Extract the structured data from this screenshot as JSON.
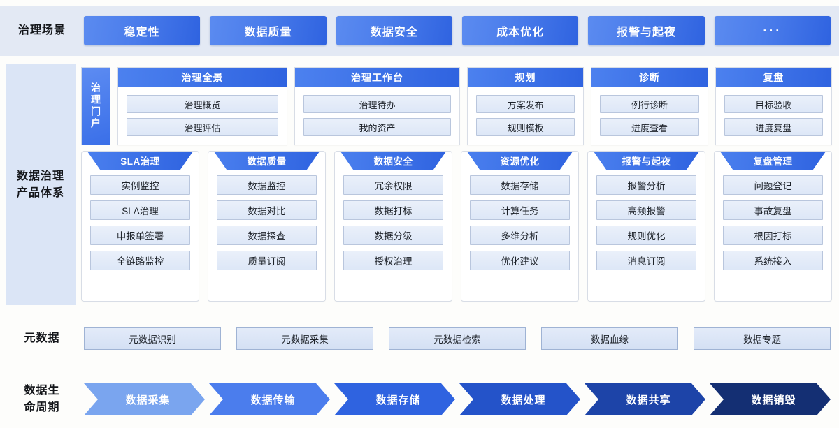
{
  "scenarios": {
    "label": "治理场景",
    "items": [
      {
        "label": "稳定性"
      },
      {
        "label": "数据质量"
      },
      {
        "label": "数据安全"
      },
      {
        "label": "成本优化"
      },
      {
        "label": "报警与起夜"
      },
      {
        "label": "···"
      }
    ]
  },
  "product_system": {
    "label_line1": "数据治理",
    "label_line2": "产品体系",
    "portal": "治理门户",
    "top_panels": [
      {
        "title": "治理全景",
        "items": [
          "治理概览",
          "治理评估"
        ]
      },
      {
        "title": "治理工作台",
        "items": [
          "治理待办",
          "我的资产"
        ]
      },
      {
        "title": "规划",
        "items": [
          "方案发布",
          "规则模板"
        ]
      },
      {
        "title": "诊断",
        "items": [
          "例行诊断",
          "进度查看"
        ]
      },
      {
        "title": "复盘",
        "items": [
          "目标验收",
          "进度复盘"
        ]
      }
    ],
    "cards": [
      {
        "title": "SLA治理",
        "items": [
          "实例监控",
          "SLA治理",
          "申报单签署",
          "全链路监控"
        ]
      },
      {
        "title": "数据质量",
        "items": [
          "数据监控",
          "数据对比",
          "数据探查",
          "质量订阅"
        ]
      },
      {
        "title": "数据安全",
        "items": [
          "冗余权限",
          "数据打标",
          "数据分级",
          "授权治理"
        ]
      },
      {
        "title": "资源优化",
        "items": [
          "数据存储",
          "计算任务",
          "多维分析",
          "优化建议"
        ]
      },
      {
        "title": "报警与起夜",
        "items": [
          "报警分析",
          "高频报警",
          "规则优化",
          "消息订阅"
        ]
      },
      {
        "title": "复盘管理",
        "items": [
          "问题登记",
          "事故复盘",
          "根因打标",
          "系统接入"
        ]
      }
    ]
  },
  "metadata": {
    "label": "元数据",
    "items": [
      "元数据识别",
      "元数据采集",
      "元数据检索",
      "数据血缘",
      "数据专题"
    ]
  },
  "lifecycle": {
    "label_line1": "数据生",
    "label_line2": "命周期",
    "items": [
      {
        "label": "数据采集",
        "color": "#7aa5ef"
      },
      {
        "label": "数据传输",
        "color": "#4b7ded"
      },
      {
        "label": "数据存储",
        "color": "#2f63e0"
      },
      {
        "label": "数据处理",
        "color": "#2453c9"
      },
      {
        "label": "数据共享",
        "color": "#1d44a8"
      },
      {
        "label": "数据销毁",
        "color": "#142f73"
      }
    ]
  },
  "colors": {
    "band_bg": "#e3e9f4",
    "left_panel_bg": "#dbe5f6",
    "accent": "#2f63e0",
    "page_bg": "#fdfdfb"
  }
}
